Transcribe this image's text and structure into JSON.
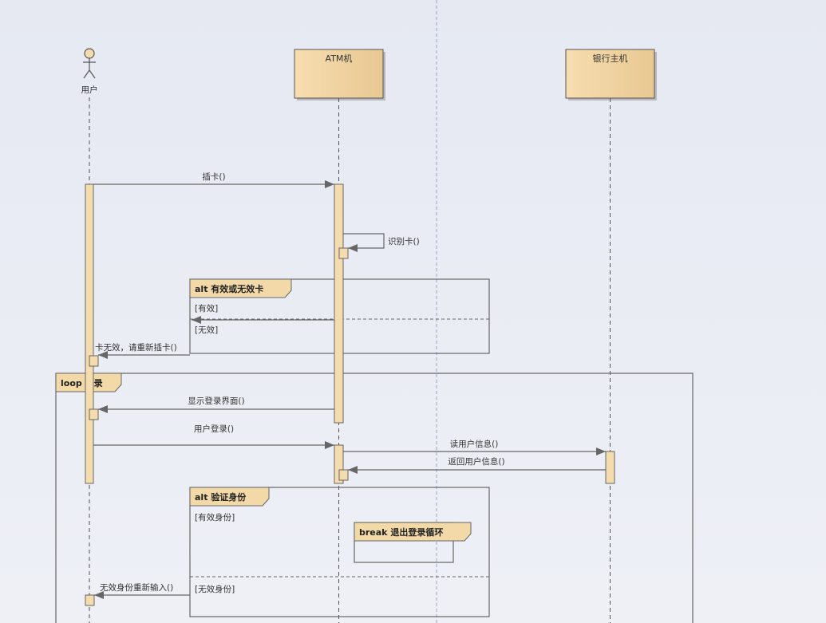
{
  "participants": {
    "user": "用户",
    "atm": "ATM机",
    "bank": "银行主机"
  },
  "messages": {
    "insert_card": "插卡()",
    "identify_card": "识别卡()",
    "invalid_card": "卡无效，请重新插卡()",
    "show_login": "显示登录界面()",
    "user_login": "用户登录()",
    "read_user_info": "读用户信息()",
    "return_user_info": "返回用户信息()",
    "invalid_identity_reenter": "无效身份重新输入()"
  },
  "fragments": {
    "alt_card": {
      "title": "alt 有效或无效卡",
      "guard_valid": "[有效]",
      "guard_invalid": "[无效]"
    },
    "loop_login": {
      "title": "loop 登录"
    },
    "alt_auth": {
      "title": "alt 验证身份",
      "guard_valid": "[有效身份]",
      "guard_invalid": "[无效身份]"
    },
    "break_exit": {
      "title": "break 退出登录循环"
    }
  },
  "colors": {
    "box_fill": "#f5dcae",
    "box_border": "#555555",
    "frame_tab": "#f3d9a8",
    "line": "#666666",
    "guide": "#8b93c9"
  }
}
